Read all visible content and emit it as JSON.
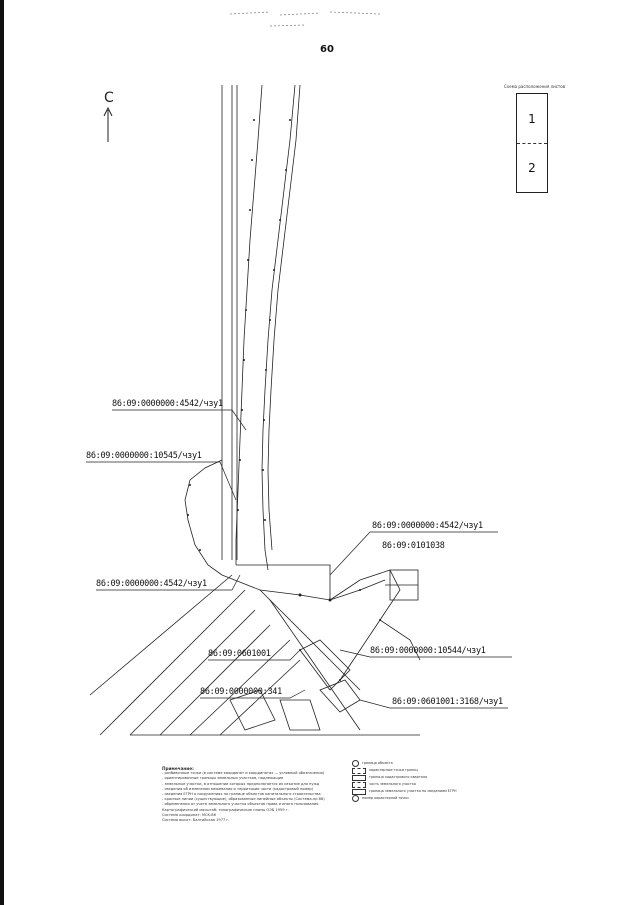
{
  "page": {
    "number": "60"
  },
  "compass": {
    "letter": "С",
    "icon": "north-arrow-icon"
  },
  "legend_box": {
    "title": "Схема расположения листов",
    "sheets": [
      "1",
      "2"
    ]
  },
  "parcel_labels": [
    "86:09:0000000:4542/чзу1",
    "86:09:0000000:10545/чзу1",
    "86:09:0000000:4542/чзу1",
    "86:09:0101038",
    "86:09:0000000:4542/чзу1",
    "86:09:0601001",
    "86:09:0000000:10544/чзу1",
    "86:09:0000000:341",
    "86:09:0601001:3168/чзу1"
  ],
  "notes": {
    "title": "Примечание:",
    "lines": [
      "- разбивочные точки (в системе координат и координатах — условный обозначения)",
      "- ориентировочные границы земельных участков, подлежащие",
      "- земельные участки, в отношении которых предполагается их изъятие для нужд",
      "- сведения об изменении межевания и территории части (кадастровый номер)",
      "- сведения ЕГРН о сооружениях по границе объектов капитального строительства",
      "- красные линии (существующие), образованные линейные объекты (Система-пр 86)",
      "- обременения от учета земельного участка объектов права и иного пользования",
      "Картографический масштаб: топографические планы ОЭБ 1959 г.",
      "Система координат: МСК-86",
      "Система высот: Балтийская 1977 г."
    ]
  },
  "legend_notes": [
    "граница объекта",
    "характерные точки границ",
    "граница кадастрового квартала",
    "часть земельного участка",
    "граница земельного участка по сведениям ЕГРН",
    "номер характерной точки"
  ]
}
